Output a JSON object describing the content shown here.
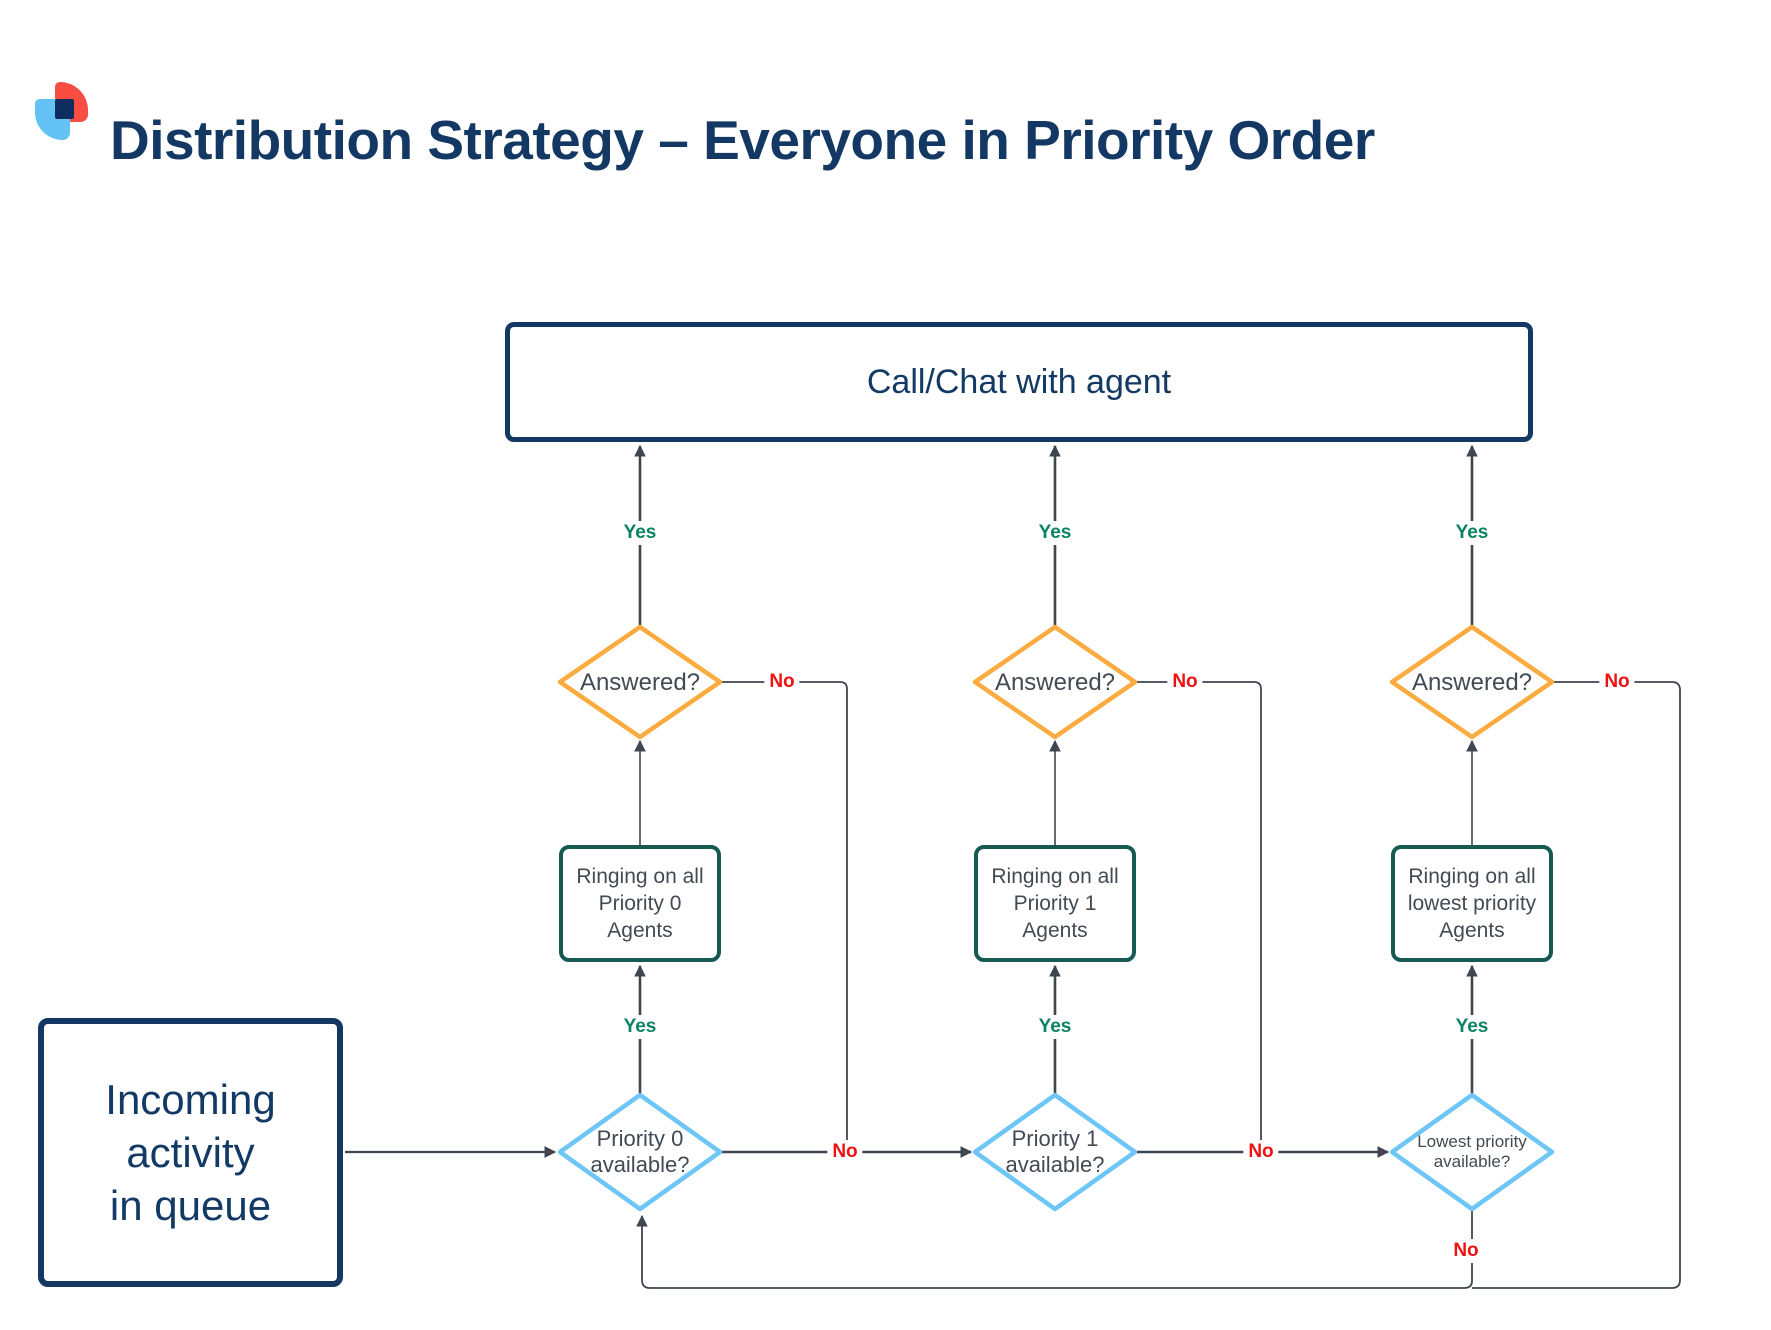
{
  "title": "Distribution Strategy – Everyone in Priority Order",
  "labels": {
    "yes": "Yes",
    "no": "No"
  },
  "nodes": {
    "call_chat": "Call/Chat with agent",
    "incoming": [
      "Incoming",
      "activity",
      "in queue"
    ],
    "columns": [
      {
        "available": [
          "Priority 0",
          "available?"
        ],
        "ringing": [
          "Ringing on all",
          "Priority 0",
          "Agents"
        ],
        "answered": "Answered?"
      },
      {
        "available": [
          "Priority 1",
          "available?"
        ],
        "ringing": [
          "Ringing on all",
          "Priority 1",
          "Agents"
        ],
        "answered": "Answered?"
      },
      {
        "available": [
          "Lowest",
          "priority",
          "available?"
        ],
        "ringing": [
          "Ringing on all",
          "lowest priority",
          "Agents"
        ],
        "answered": "Answered?"
      }
    ]
  },
  "colors": {
    "navy": "#133863",
    "orange": "#fbab40",
    "light_blue": "#6ec6f7",
    "teal": "#175a52",
    "green_yes": "#0b8361",
    "red_no": "#ee1111",
    "line": "#3f4650",
    "node_text": "#424a53",
    "logo_red": "#f94c43",
    "logo_blue": "#64c3f4",
    "logo_navy": "#0d2d5e"
  }
}
